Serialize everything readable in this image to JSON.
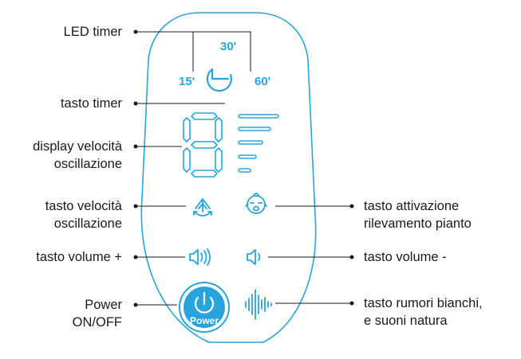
{
  "labels_left": {
    "led_timer": "LED timer",
    "timer_button": "tasto timer",
    "speed_display": [
      "display velocità",
      "oscillazione"
    ],
    "speed_button": [
      "tasto velocità",
      "oscillazione"
    ],
    "volume_up": "tasto volume +",
    "power": [
      "Power",
      "ON/OFF"
    ]
  },
  "labels_right": {
    "cry_detection": [
      "tasto attivazione",
      "rilevamento pianto"
    ],
    "volume_down": "tasto volume -",
    "white_noise": [
      "tasto rumori bianchi,",
      "e suoni natura"
    ]
  },
  "remote": {
    "timer_values": [
      "30'",
      "15'",
      "60'"
    ],
    "power_text": "Power"
  },
  "colors": {
    "accent": "#29a3dc",
    "leader_line": "#1a1a1a",
    "label_text": "#1a1a1a"
  },
  "icons": [
    "clock-timer-icon",
    "speed-arrows-icon",
    "baby-face-icon",
    "speaker-up-icon",
    "speaker-down-icon",
    "sound-wave-icon",
    "power-icon"
  ]
}
